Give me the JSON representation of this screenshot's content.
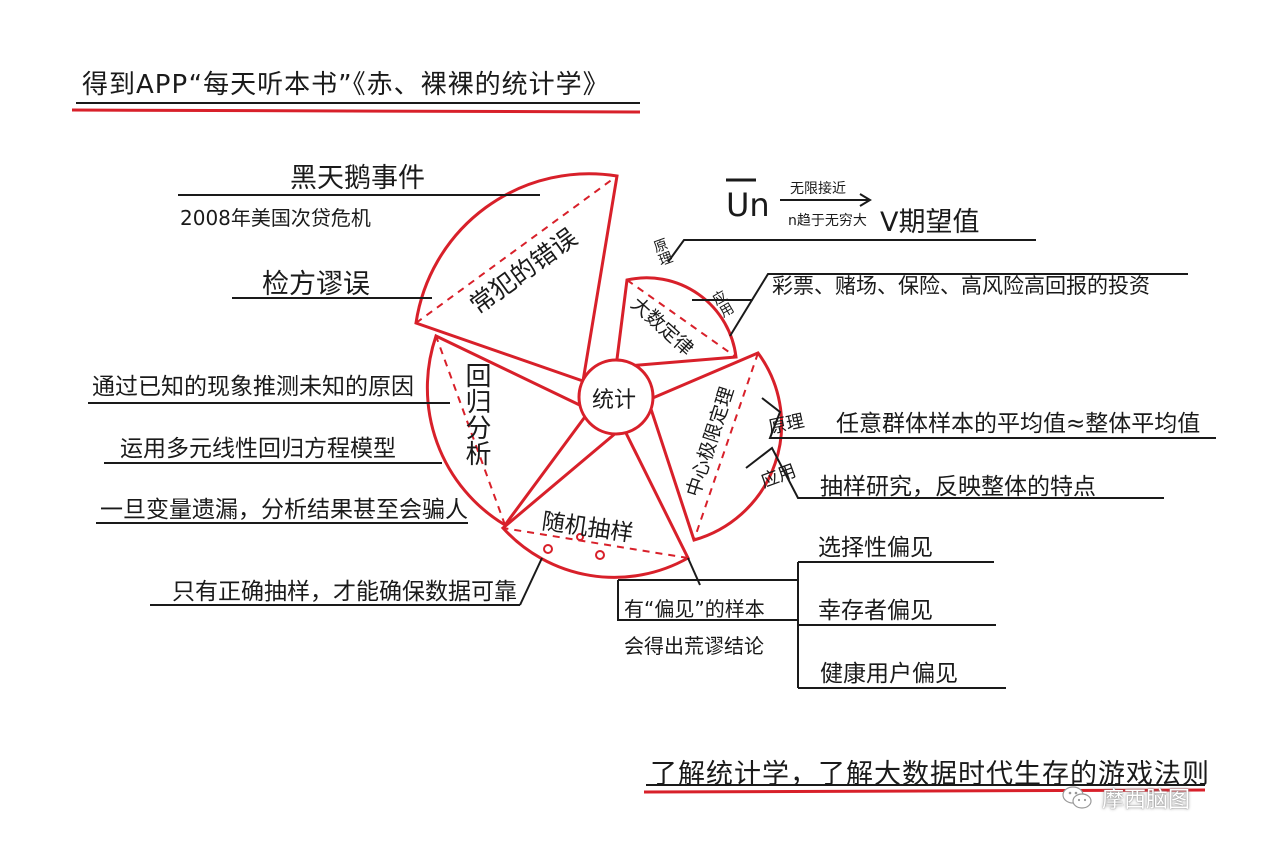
{
  "title": "得到APP“每天听本书”《赤、裸裸的统计学》",
  "center": "统计",
  "segments": {
    "s1": "常犯的错误",
    "s2": "大数定律",
    "s3": "中心极限定理",
    "s4": "随机抽样",
    "s5": "回归分析"
  },
  "errors": {
    "item1": "黑天鹅事件",
    "item1_sub": "2008年美国次贷危机",
    "item2": "检方谬误"
  },
  "regression": {
    "item1": "通过已知的现象推测未知的原因",
    "item2": "运用多元线性回归方程模型",
    "item3": "一旦变量遗漏，分析结果甚至会骗人"
  },
  "sampling": {
    "item1": "只有正确抽样，才能确保数据可靠",
    "bias_label_1": "有“偏见”的样本",
    "bias_label_2": "会得出荒谬结论",
    "bias1": "选择性偏见",
    "bias2": "幸存者偏见",
    "bias3": "健康用户偏见"
  },
  "law": {
    "principle_tag": "原理",
    "formula_left": "Un",
    "arrow_top": "无限接近",
    "arrow_bottom": "n趋于无穷大",
    "formula_right": "V期望值",
    "apply_tag": "应用",
    "apply_text": "彩票、赌场、保险、高风险高回报的投资"
  },
  "clt": {
    "principle_tag": "原理",
    "principle_text": "任意群体样本的平均值≈整体平均值",
    "apply_tag": "应用",
    "apply_text": "抽样研究，反映整体的特点"
  },
  "footer": "了解统计学，了解大数据时代生存的游戏法则",
  "watermark": "摩西脑图",
  "colors": {
    "accent": "#d8202a",
    "ink": "#1a1a1a"
  }
}
